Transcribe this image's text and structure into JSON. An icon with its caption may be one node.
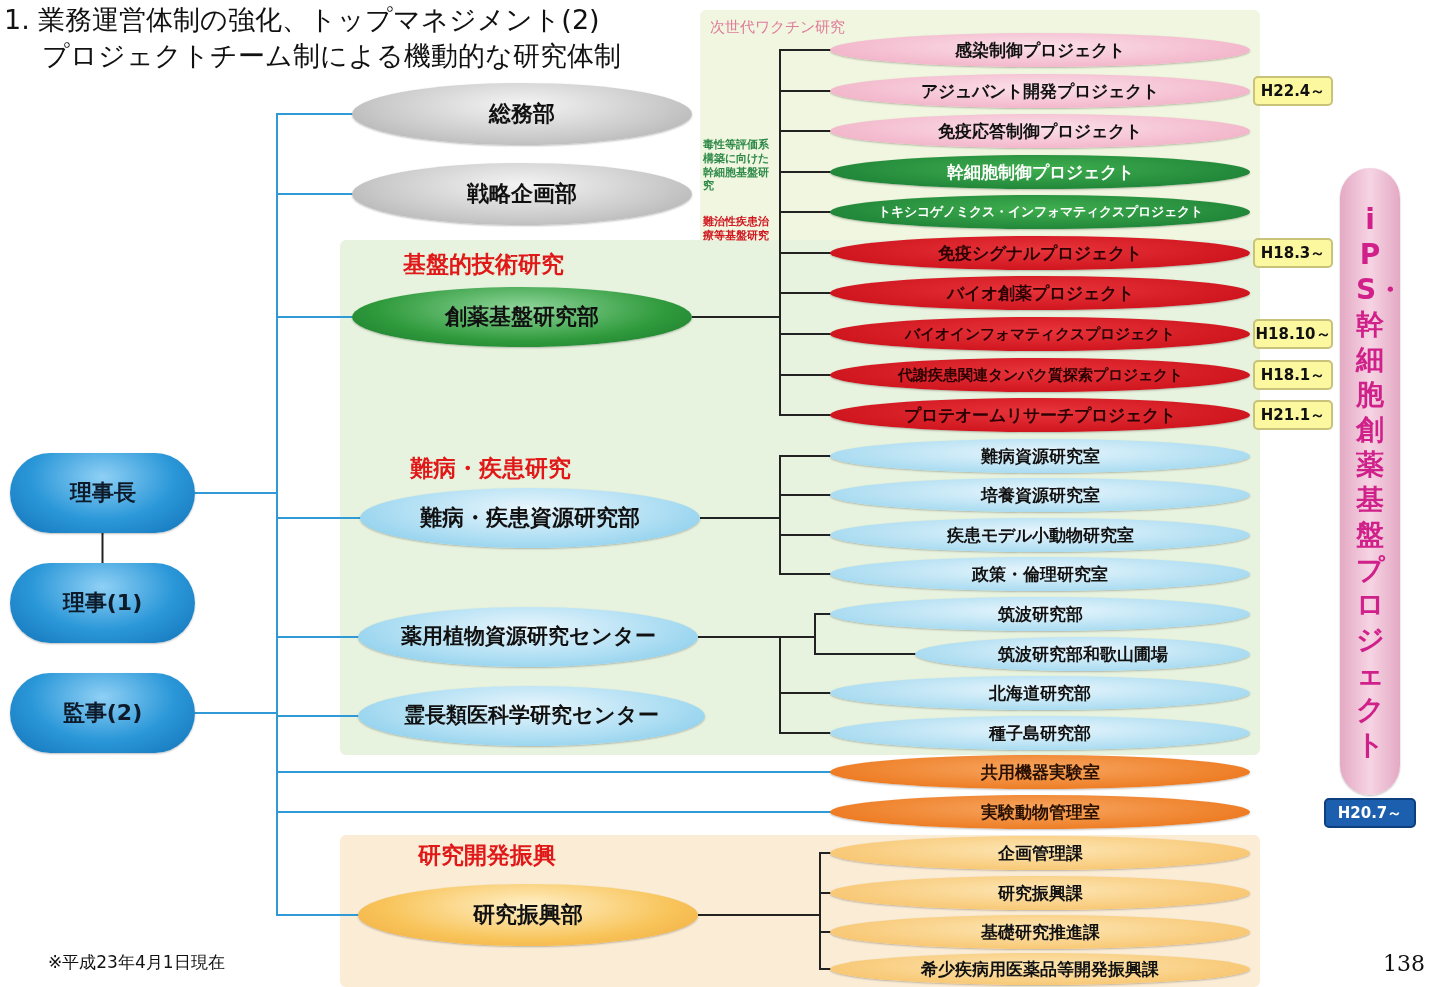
{
  "diagram": {
    "title": "1. 業務運営体制の強化、トップマネジメント(2) プロジェクトチーム制による機動的な研究体制",
    "nodes": [
      {
        "text": [
          "理事長"
        ]
      },
      {
        "text": [
          "理事(1)"
        ]
      },
      {
        "text": [
          "監事(2)"
        ]
      },
      {
        "text": [
          "総務部"
        ]
      },
      {
        "text": [
          "戦略企画部"
        ]
      },
      {
        "text": [
          "創薬基盤研究部"
        ],
        "beside": [
          "基盤的技術研究"
        ]
      },
      {
        "text": [
          "難病・疾患資源研究部"
        ],
        "beside": [
          "難病・疾患研究"
        ]
      },
      {
        "text": [
          "薬用植物資源研究センター"
        ]
      },
      {
        "text": [
          "霊長類医科学研究センター"
        ]
      },
      {
        "text": [
          "研究振興部"
        ],
        "beside": [
          "研究開発振興"
        ]
      },
      {
        "text": [
          "感染制御プロジェクト"
        ]
      },
      {
        "text": [
          "アジュバント開発プロジェクト"
        ],
        "beside": [
          "H22.4～"
        ]
      },
      {
        "text": [
          "免疫応答制御プロジェクト"
        ]
      },
      {
        "text": [
          "幹細胞制御プロジェクト"
        ]
      },
      {
        "text": [
          "トキシコゲノミクス・インフォマティクスプロジェクト"
        ]
      },
      {
        "text": [
          "免疫シグナルプロジェクト"
        ],
        "beside": [
          "H18.3～"
        ]
      },
      {
        "text": [
          "バイオ創薬プロジェクト"
        ]
      },
      {
        "text": [
          "バイオインフォマティクスプロジェクト"
        ],
        "beside": [
          "H18.10～"
        ]
      },
      {
        "text": [
          "代謝疾患関連タンパク質探索プロジェクト"
        ],
        "beside": [
          "H18.1～"
        ]
      },
      {
        "text": [
          "プロテオームリサーチプロジェクト"
        ],
        "beside": [
          "H21.1～"
        ]
      },
      {
        "text": [
          "難病資源研究室"
        ]
      },
      {
        "text": [
          "培養資源研究室"
        ]
      },
      {
        "text": [
          "疾患モデル小動物研究室"
        ]
      },
      {
        "text": [
          "政策・倫理研究室"
        ]
      },
      {
        "text": [
          "筑波研究部"
        ]
      },
      {
        "text": [
          "筑波研究部和歌山圃場"
        ]
      },
      {
        "text": [
          "北海道研究部"
        ]
      },
      {
        "text": [
          "種子島研究部"
        ]
      },
      {
        "text": [
          "共用機器実験室"
        ]
      },
      {
        "text": [
          "実験動物管理室"
        ]
      },
      {
        "text": [
          "企画管理課"
        ]
      },
      {
        "text": [
          "研究振興課"
        ]
      },
      {
        "text": [
          "基礎研究推進課"
        ]
      },
      {
        "text": [
          "希少疾病用医薬品等開発振興課"
        ]
      },
      {
        "text": [
          "iPS・幹細胞創薬基盤プロジェクト"
        ],
        "beside": [
          "H20.7～"
        ]
      }
    ],
    "edges": [
      {
        "from": 0,
        "to": 1,
        "arrow": "none"
      },
      {
        "from": 0,
        "to": 3,
        "arrow": "none",
        "color": "#2f9ad6"
      },
      {
        "from": 0,
        "to": 4,
        "arrow": "none",
        "color": "#2f9ad6"
      },
      {
        "from": 0,
        "to": 5,
        "arrow": "none",
        "color": "#2f9ad6"
      },
      {
        "from": 0,
        "to": 6,
        "arrow": "none",
        "color": "#2f9ad6"
      },
      {
        "from": 0,
        "to": 7,
        "arrow": "none",
        "color": "#2f9ad6"
      },
      {
        "from": 0,
        "to": 2,
        "arrow": "none",
        "color": "#2f9ad6"
      },
      {
        "from": 0,
        "to": 8,
        "arrow": "none",
        "color": "#2f9ad6"
      },
      {
        "from": 0,
        "to": 28,
        "arrow": "none",
        "color": "#2f9ad6"
      },
      {
        "from": 0,
        "to": 29,
        "arrow": "none",
        "color": "#2f9ad6"
      },
      {
        "from": 0,
        "to": 9,
        "arrow": "none",
        "color": "#2f9ad6"
      },
      {
        "from": 5,
        "to": 10,
        "arrow": "none"
      },
      {
        "from": 5,
        "to": 11,
        "arrow": "none"
      },
      {
        "from": 5,
        "to": 12,
        "arrow": "none"
      },
      {
        "from": 5,
        "to": 13,
        "arrow": "none"
      },
      {
        "from": 5,
        "to": 14,
        "arrow": "none"
      },
      {
        "from": 5,
        "to": 15,
        "arrow": "none"
      },
      {
        "from": 5,
        "to": 16,
        "arrow": "none"
      },
      {
        "from": 5,
        "to": 17,
        "arrow": "none"
      },
      {
        "from": 5,
        "to": 18,
        "arrow": "none"
      },
      {
        "from": 5,
        "to": 19,
        "arrow": "none"
      },
      {
        "from": 6,
        "to": 20,
        "arrow": "none"
      },
      {
        "from": 6,
        "to": 21,
        "arrow": "none"
      },
      {
        "from": 6,
        "to": 22,
        "arrow": "none"
      },
      {
        "from": 6,
        "to": 23,
        "arrow": "none"
      },
      {
        "from": 7,
        "to": 24,
        "arrow": "none"
      },
      {
        "from": 7,
        "to": 25,
        "arrow": "none"
      },
      {
        "from": 7,
        "to": 26,
        "arrow": "none"
      },
      {
        "from": 7,
        "to": 27,
        "arrow": "none"
      },
      {
        "from": 9,
        "to": 30,
        "arrow": "none"
      },
      {
        "from": 9,
        "to": 31,
        "arrow": "none"
      },
      {
        "from": 9,
        "to": 32,
        "arrow": "none"
      },
      {
        "from": 9,
        "to": 33,
        "arrow": "none"
      }
    ],
    "labels": [
      "次世代ワクチン研究",
      "毒性等評価系構築に向けた幹細胞基盤研究",
      "難治性疾患治療等基盤研究",
      "※平成23年4月1日現在",
      "138"
    ]
  }
}
